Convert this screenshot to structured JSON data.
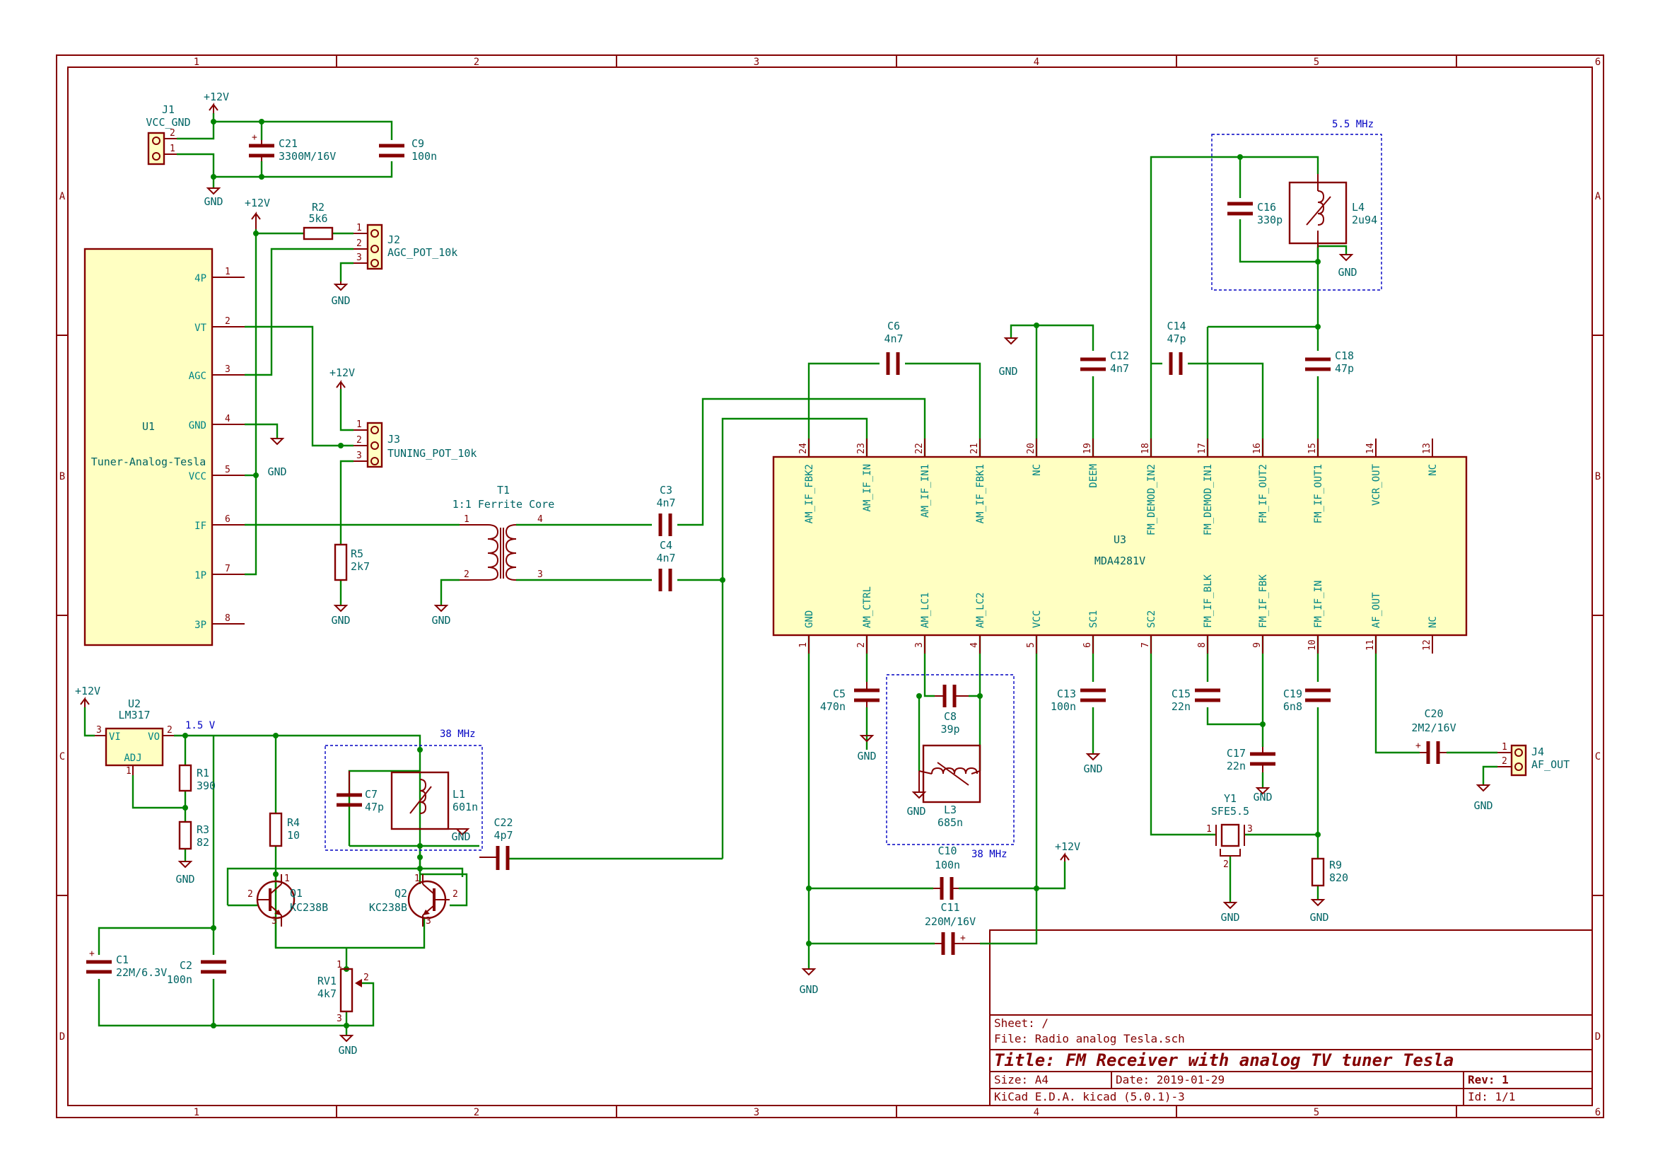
{
  "frame": {
    "columns": [
      "1",
      "2",
      "3",
      "4",
      "5",
      "6"
    ],
    "rows": [
      "A",
      "B",
      "C",
      "D"
    ]
  },
  "title_block": {
    "sheet_label": "Sheet: /",
    "file_label": "File: Radio analog Tesla.sch",
    "title": "Title: FM Receiver with analog TV tuner Tesla",
    "size": "Size: A4",
    "date": "Date: 2019-01-29",
    "rev": "Rev: 1",
    "tool": "KiCad E.D.A.  kicad (5.0.1)-3",
    "id": "Id: 1/1"
  },
  "notes": {
    "box_55mhz": "5.5 MHz",
    "box_38mhz_a": "38 MHz",
    "box_38mhz_b": "38 MHz",
    "net_15v": "1.5 V"
  },
  "power": {
    "p12v": "+12V",
    "gnd": "GND"
  },
  "components": {
    "J1": {
      "ref": "J1",
      "val": "VCC_GND",
      "pins": [
        "2",
        "1"
      ]
    },
    "C21": {
      "ref": "C21",
      "val": "3300M/16V"
    },
    "C9": {
      "ref": "C9",
      "val": "100n"
    },
    "R2": {
      "ref": "R2",
      "val": "5k6"
    },
    "J2": {
      "ref": "J2",
      "val": "AGC_POT_10k",
      "pins": [
        "1",
        "2",
        "3"
      ]
    },
    "J3": {
      "ref": "J3",
      "val": "TUNING_POT_10k",
      "pins": [
        "1",
        "2",
        "3"
      ]
    },
    "R5": {
      "ref": "R5",
      "val": "2k7"
    },
    "U1": {
      "ref": "U1",
      "val": "Tuner-Analog-Tesla",
      "pins": [
        {
          "name": "4P",
          "num": "1"
        },
        {
          "name": "VT",
          "num": "2"
        },
        {
          "name": "AGC",
          "num": "3"
        },
        {
          "name": "GND",
          "num": "4"
        },
        {
          "name": "VCC",
          "num": "5"
        },
        {
          "name": "IF",
          "num": "6"
        },
        {
          "name": "1P",
          "num": "7"
        },
        {
          "name": "3P",
          "num": "8"
        }
      ]
    },
    "T1": {
      "ref": "T1",
      "val": "1:1 Ferrite Core",
      "pins": [
        "1",
        "2",
        "4",
        "3"
      ]
    },
    "C3": {
      "ref": "C3",
      "val": "4n7"
    },
    "C4": {
      "ref": "C4",
      "val": "4n7"
    },
    "C6": {
      "ref": "C6",
      "val": "4n7"
    },
    "C12": {
      "ref": "C12",
      "val": "4n7"
    },
    "C14": {
      "ref": "C14",
      "val": "47p"
    },
    "C16": {
      "ref": "C16",
      "val": "330p"
    },
    "L4": {
      "ref": "L4",
      "val": "2u94"
    },
    "C18": {
      "ref": "C18",
      "val": "47p"
    },
    "U3": {
      "ref": "U3",
      "val": "MDA4281V",
      "top_pins": [
        {
          "name": "AM_IF_FBK2",
          "num": "24"
        },
        {
          "name": "AM_IF_IN",
          "num": "23"
        },
        {
          "name": "AM_IF_IN1",
          "num": "22"
        },
        {
          "name": "AM_IF_FBK1",
          "num": "21"
        },
        {
          "name": "NC",
          "num": "20"
        },
        {
          "name": "DEEM",
          "num": "19"
        },
        {
          "name": "FM_DEMOD_IN2",
          "num": "18"
        },
        {
          "name": "FM_DEMOD_IN1",
          "num": "17"
        },
        {
          "name": "FM_IF_OUT2",
          "num": "16"
        },
        {
          "name": "FM_IF_OUT1",
          "num": "15"
        },
        {
          "name": "VCR_OUT",
          "num": "14"
        },
        {
          "name": "NC",
          "num": "13"
        }
      ],
      "bottom_pins": [
        {
          "name": "GND",
          "num": "1"
        },
        {
          "name": "AM_CTRL",
          "num": "2"
        },
        {
          "name": "AM_LC1",
          "num": "3"
        },
        {
          "name": "AM_LC2",
          "num": "4"
        },
        {
          "name": "VCC",
          "num": "5"
        },
        {
          "name": "SC1",
          "num": "6"
        },
        {
          "name": "SC2",
          "num": "7"
        },
        {
          "name": "FM_IF_BLK",
          "num": "8"
        },
        {
          "name": "FM_IF_FBK",
          "num": "9"
        },
        {
          "name": "FM_IF_IN",
          "num": "10"
        },
        {
          "name": "AF_OUT",
          "num": "11"
        },
        {
          "name": "NC",
          "num": "12"
        }
      ]
    },
    "C5": {
      "ref": "C5",
      "val": "470n"
    },
    "C8": {
      "ref": "C8",
      "val": "39p"
    },
    "L3": {
      "ref": "L3",
      "val": "685n"
    },
    "C13": {
      "ref": "C13",
      "val": "100n"
    },
    "C15": {
      "ref": "C15",
      "val": "22n"
    },
    "C17": {
      "ref": "C17",
      "val": "22n"
    },
    "C19": {
      "ref": "C19",
      "val": "6n8"
    },
    "C20": {
      "ref": "C20",
      "val": "2M2/16V"
    },
    "J4": {
      "ref": "J4",
      "val": "AF_OUT",
      "pins": [
        "1",
        "2"
      ]
    },
    "Y1": {
      "ref": "Y1",
      "val": "SFE5.5",
      "pins": [
        "1",
        "2",
        "3"
      ]
    },
    "R9": {
      "ref": "R9",
      "val": "820"
    },
    "C10": {
      "ref": "C10",
      "val": "100n"
    },
    "C11": {
      "ref": "C11",
      "val": "220M/16V"
    },
    "U2": {
      "ref": "U2",
      "val": "LM317",
      "pin_vi": "VI",
      "pin_vo": "VO",
      "pin_adj": "ADJ",
      "pins": [
        "3",
        "2",
        "1"
      ]
    },
    "R1": {
      "ref": "R1",
      "val": "390"
    },
    "R3": {
      "ref": "R3",
      "val": "82"
    },
    "R4": {
      "ref": "R4",
      "val": "10"
    },
    "C7": {
      "ref": "C7",
      "val": "47p"
    },
    "L1": {
      "ref": "L1",
      "val": "601n"
    },
    "C22": {
      "ref": "C22",
      "val": "4p7"
    },
    "Q1": {
      "ref": "Q1",
      "val": "KC238B",
      "pins": [
        "1",
        "2",
        "3"
      ]
    },
    "Q2": {
      "ref": "Q2",
      "val": "KC238B",
      "pins": [
        "1",
        "2",
        "3"
      ]
    },
    "C1": {
      "ref": "C1",
      "val": "22M/6.3V"
    },
    "C2": {
      "ref": "C2",
      "val": "100n"
    },
    "RV1": {
      "ref": "RV1",
      "val": "4k7",
      "pins": [
        "1",
        "2",
        "3"
      ]
    }
  }
}
